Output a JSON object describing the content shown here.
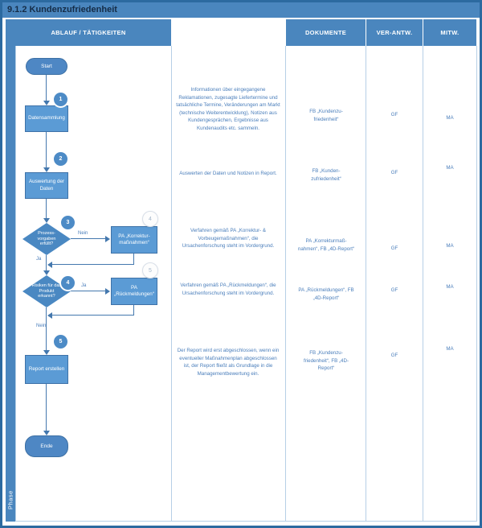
{
  "title": "9.1.2 Kundenzufriedenheit",
  "phase_label": "Phase",
  "header": {
    "ablauf": "ABLAUF / TÄTIGKEITEN",
    "dokumente": "DOKUMENTE",
    "verantw": "VER-ANTW.",
    "mitw": "MITW."
  },
  "flow": {
    "start": "Start",
    "ende": "Ende",
    "step1": {
      "badge": "1",
      "label": "Datensammlung"
    },
    "step2": {
      "badge": "2",
      "label": "Auswertung der\nDaten"
    },
    "decision1": {
      "badge": "3",
      "label": "Prozess-\nvorgaben\nerfüllt?",
      "no_label": "Nein",
      "yes_label": "Ja"
    },
    "action1": {
      "badge": "4",
      "label": "PA „Korrektur-\nmaßnahmen“"
    },
    "decision2": {
      "badge": "4",
      "label": "Risiken für das\nProdukt\nerkannt?",
      "yes_label": "Ja",
      "no_label": "Nein"
    },
    "action2": {
      "badge": "5",
      "label": "PA\n„Rückmeldungen“"
    },
    "step5": {
      "badge": "5",
      "label": "Report erstellen"
    }
  },
  "rows": [
    {
      "description": "Informationen über eingegangene Reklamationen, zugesagte Liefertermine und tatsächliche Termine, Veränderungen am Markt (technische Weiterentwicklung), Notizen aus Kundengesprächen, Ergebnisse aus Kundenaudits etc. sammeln.",
      "documents": "FB „Kundenzu-\nfriedenheit“",
      "responsible": "GF",
      "collaboration": "MA"
    },
    {
      "description": "Auswerten der Daten und Notizen in Report.",
      "documents": "FB „Kunden-\nzufriedenheit“",
      "responsible": "GF",
      "collaboration": "MA"
    },
    {
      "description": "Verfahren gemäß PA „Korrektur- & Vorbeugemaßnahmen“, die Ursachenforschung steht im Vordergrund.",
      "documents": "PA „Korrekturmaß-\nnahmen“, FB „4D-Report“",
      "responsible": "GF",
      "collaboration": "MA"
    },
    {
      "description": "Verfahren gemäß PA „Rückmeldungen“, die Ursachenforschung steht im Vordergrund.",
      "documents": "PA „Rückmeldungen“, FB\n„4D-Report“",
      "responsible": "GF",
      "collaboration": "MA"
    },
    {
      "description": "Der Report wird erst abgeschlossen, wenn ein eventueller Maßnahmenplan abgeschlossen ist, der Report fließt als Grundlage in die Managementbewertung ein.",
      "documents": "FB „Kundenzu-\nfriedenheit“, FB „4D-\nReport“",
      "responsible": "GF",
      "collaboration": "MA"
    }
  ],
  "colors": {
    "accent_blue": "#4a86be",
    "shape_blue": "#5b9bd5",
    "line_blue": "#4478ae",
    "text_blue": "#4a7ebb"
  }
}
